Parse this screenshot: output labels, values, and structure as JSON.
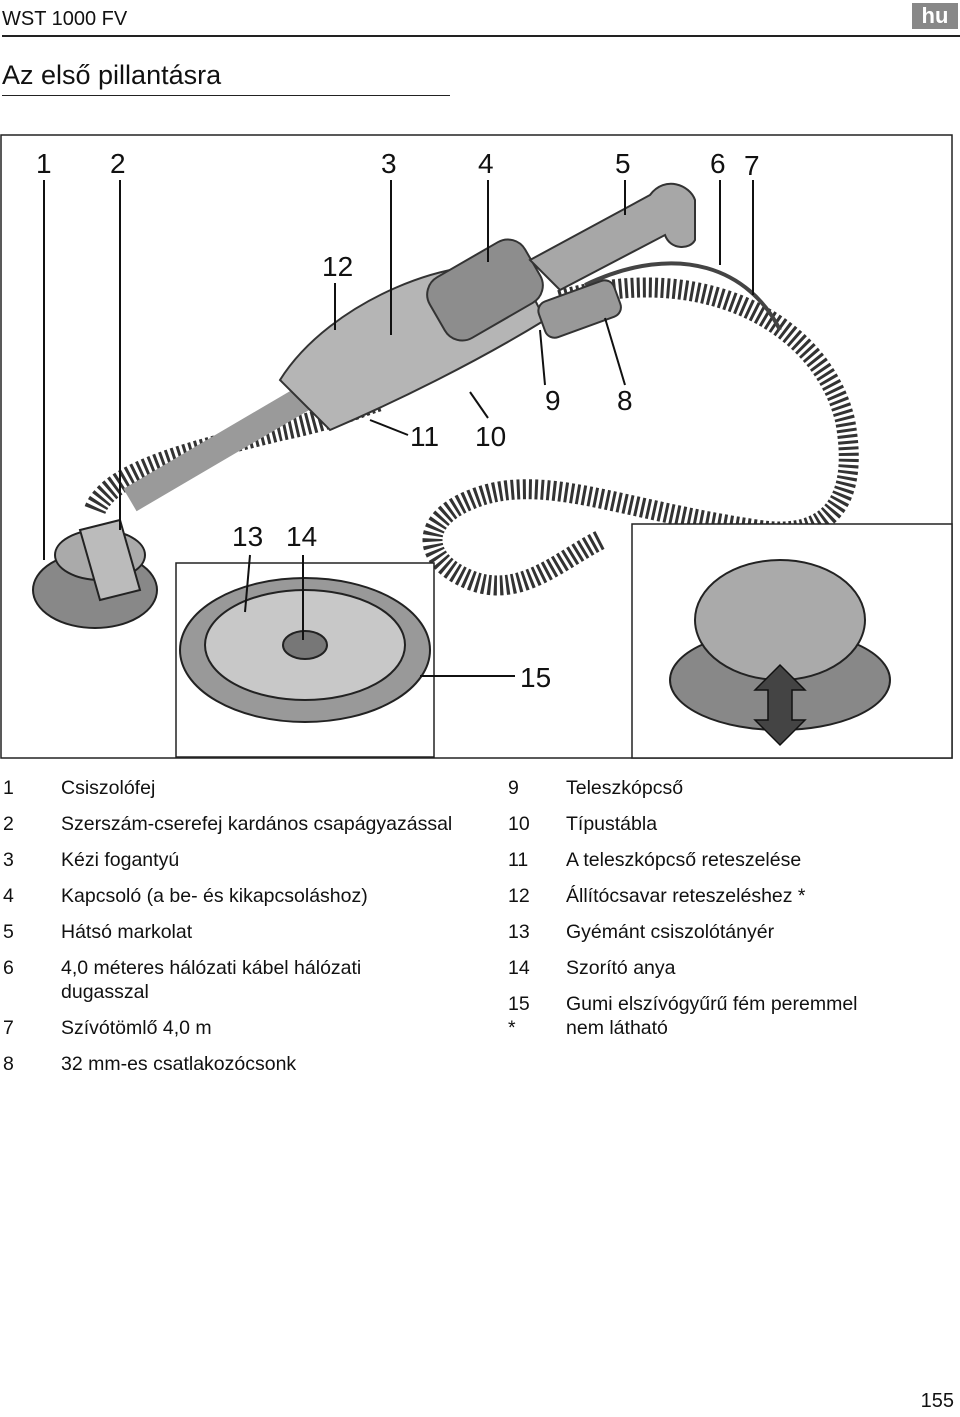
{
  "header": {
    "model": "WST 1000 FV",
    "lang": "hu"
  },
  "section_title": "Az első pillantásra",
  "callouts": [
    "1",
    "2",
    "3",
    "4",
    "5",
    "6",
    "7",
    "8",
    "9",
    "10",
    "11",
    "12",
    "13",
    "14",
    "15"
  ],
  "legend_left": [
    {
      "num": "1",
      "text": "Csiszolófej"
    },
    {
      "num": "2",
      "text": "Szerszám-cserefej kardános csapágyazással"
    },
    {
      "num": "3",
      "text": "Kézi fogantyú"
    },
    {
      "num": "4",
      "text": "Kapcsoló (a be- és kikapcsoláshoz)"
    },
    {
      "num": "5",
      "text": "Hátsó markolat"
    },
    {
      "num": "6",
      "text": "4,0 méteres hálózati kábel hálózati dugasszal"
    },
    {
      "num": "7",
      "text": "Szívótömlő 4,0 m"
    },
    {
      "num": "8",
      "text": "32 mm-es csatlakozócsonk"
    }
  ],
  "legend_right": [
    {
      "num": "9",
      "text": "Teleszkópcső"
    },
    {
      "num": "10",
      "text": "Típustábla"
    },
    {
      "num": "11",
      "text": "A teleszkópcső reteszelése"
    },
    {
      "num": "12",
      "text": "Állítócsavar reteszeléshez *"
    },
    {
      "num": "13",
      "text": "Gyémánt csiszolótányér"
    },
    {
      "num": "14",
      "text": "Szorító anya"
    },
    {
      "num": "15",
      "text": "Gumi elszívógyűrű fém peremmel"
    }
  ],
  "note": {
    "symbol": "*",
    "text": "nem látható"
  },
  "page_number": "155"
}
